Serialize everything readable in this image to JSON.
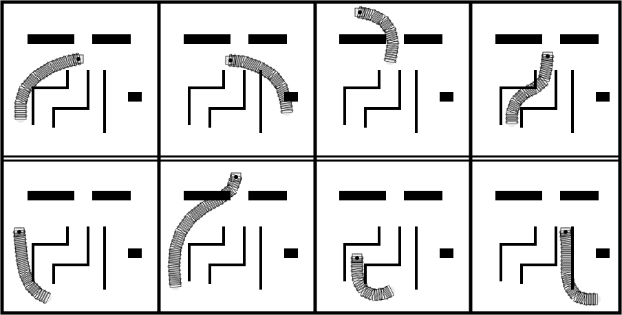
{
  "figure": {
    "background": "#ffffff",
    "ink": "#000000",
    "panel_count": 8,
    "rows": 2,
    "columns": 4
  },
  "environment": {
    "obstacles": [
      "top-left-bar",
      "top-right-bar",
      "left-corridor-wall",
      "middle-corridor-wall",
      "vertical-wall",
      "small-block"
    ]
  },
  "panels": [
    {
      "id": "panel-1",
      "icon": "snake-trajectory-left-arc"
    },
    {
      "id": "panel-2",
      "icon": "snake-trajectory-right-arc"
    },
    {
      "id": "panel-3",
      "icon": "snake-trajectory-top-left"
    },
    {
      "id": "panel-4",
      "icon": "snake-trajectory-center-s"
    },
    {
      "id": "panel-5",
      "icon": "snake-trajectory-left-column"
    },
    {
      "id": "panel-6",
      "icon": "snake-trajectory-long-arc"
    },
    {
      "id": "panel-7",
      "icon": "snake-trajectory-lower-hook"
    },
    {
      "id": "panel-8",
      "icon": "snake-trajectory-right-j"
    }
  ]
}
